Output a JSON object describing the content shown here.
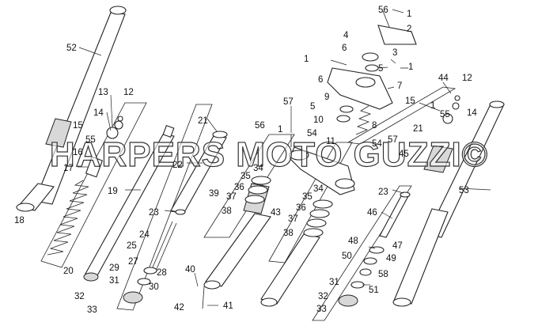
{
  "diagram": {
    "watermark": "HARPERS MOTO GUZZI©",
    "part_labels": [
      {
        "id": "p56a",
        "text": "56"
      },
      {
        "id": "p1a",
        "text": "1"
      },
      {
        "id": "p2",
        "text": "2"
      },
      {
        "id": "p4",
        "text": "4"
      },
      {
        "id": "p6a",
        "text": "6"
      },
      {
        "id": "p3",
        "text": "3"
      },
      {
        "id": "p1b",
        "text": "1"
      },
      {
        "id": "p5a",
        "text": "5"
      },
      {
        "id": "p1c",
        "text": "1"
      },
      {
        "id": "p6b",
        "text": "6"
      },
      {
        "id": "p7",
        "text": "7"
      },
      {
        "id": "p9",
        "text": "9"
      },
      {
        "id": "p5b",
        "text": "5"
      },
      {
        "id": "p10",
        "text": "10"
      },
      {
        "id": "p8",
        "text": "8"
      },
      {
        "id": "p57a",
        "text": "57"
      },
      {
        "id": "p44",
        "text": "44"
      },
      {
        "id": "p12b",
        "text": "12"
      },
      {
        "id": "p15c",
        "text": "15"
      },
      {
        "id": "p1d",
        "text": "1"
      },
      {
        "id": "p55b",
        "text": "55"
      },
      {
        "id": "p14b",
        "text": "14"
      },
      {
        "id": "p21b",
        "text": "21"
      },
      {
        "id": "p54a",
        "text": "54"
      },
      {
        "id": "p54b",
        "text": "54"
      },
      {
        "id": "p57b",
        "text": "57"
      },
      {
        "id": "p45",
        "text": "45"
      },
      {
        "id": "p11",
        "text": "11"
      },
      {
        "id": "p56b",
        "text": "56"
      },
      {
        "id": "p1e",
        "text": "1"
      },
      {
        "id": "p52",
        "text": "52"
      },
      {
        "id": "p13",
        "text": "13"
      },
      {
        "id": "p12a",
        "text": "12"
      },
      {
        "id": "p14a",
        "text": "14"
      },
      {
        "id": "p15a",
        "text": "15"
      },
      {
        "id": "p55a",
        "text": "55"
      },
      {
        "id": "p16",
        "text": "16"
      },
      {
        "id": "p17",
        "text": "17"
      },
      {
        "id": "p18",
        "text": "18"
      },
      {
        "id": "p19",
        "text": "19"
      },
      {
        "id": "p20",
        "text": "20"
      },
      {
        "id": "p21a",
        "text": "21"
      },
      {
        "id": "p22",
        "text": "22"
      },
      {
        "id": "p23a",
        "text": "23"
      },
      {
        "id": "p24",
        "text": "24"
      },
      {
        "id": "p25",
        "text": "25"
      },
      {
        "id": "p27",
        "text": "27"
      },
      {
        "id": "p29",
        "text": "29"
      },
      {
        "id": "p28",
        "text": "28"
      },
      {
        "id": "p30",
        "text": "30"
      },
      {
        "id": "p31a",
        "text": "31"
      },
      {
        "id": "p32a",
        "text": "32"
      },
      {
        "id": "p33a",
        "text": "33"
      },
      {
        "id": "p34a",
        "text": "34"
      },
      {
        "id": "p35a",
        "text": "35"
      },
      {
        "id": "p36a",
        "text": "36"
      },
      {
        "id": "p39",
        "text": "39"
      },
      {
        "id": "p37a",
        "text": "37"
      },
      {
        "id": "p38a",
        "text": "38"
      },
      {
        "id": "p40",
        "text": "40"
      },
      {
        "id": "p42",
        "text": "42"
      },
      {
        "id": "p41",
        "text": "41"
      },
      {
        "id": "p34b",
        "text": "34"
      },
      {
        "id": "p35b",
        "text": "35"
      },
      {
        "id": "p36b",
        "text": "36"
      },
      {
        "id": "p43",
        "text": "43"
      },
      {
        "id": "p37b",
        "text": "37"
      },
      {
        "id": "p38b",
        "text": "38"
      },
      {
        "id": "p23b",
        "text": "23"
      },
      {
        "id": "p46",
        "text": "46"
      },
      {
        "id": "p48",
        "text": "48"
      },
      {
        "id": "p47",
        "text": "47"
      },
      {
        "id": "p50",
        "text": "50"
      },
      {
        "id": "p49",
        "text": "49"
      },
      {
        "id": "p58",
        "text": "58"
      },
      {
        "id": "p31b",
        "text": "31"
      },
      {
        "id": "p51",
        "text": "51"
      },
      {
        "id": "p32b",
        "text": "32"
      },
      {
        "id": "p33b",
        "text": "33"
      },
      {
        "id": "p53",
        "text": "53"
      }
    ]
  }
}
